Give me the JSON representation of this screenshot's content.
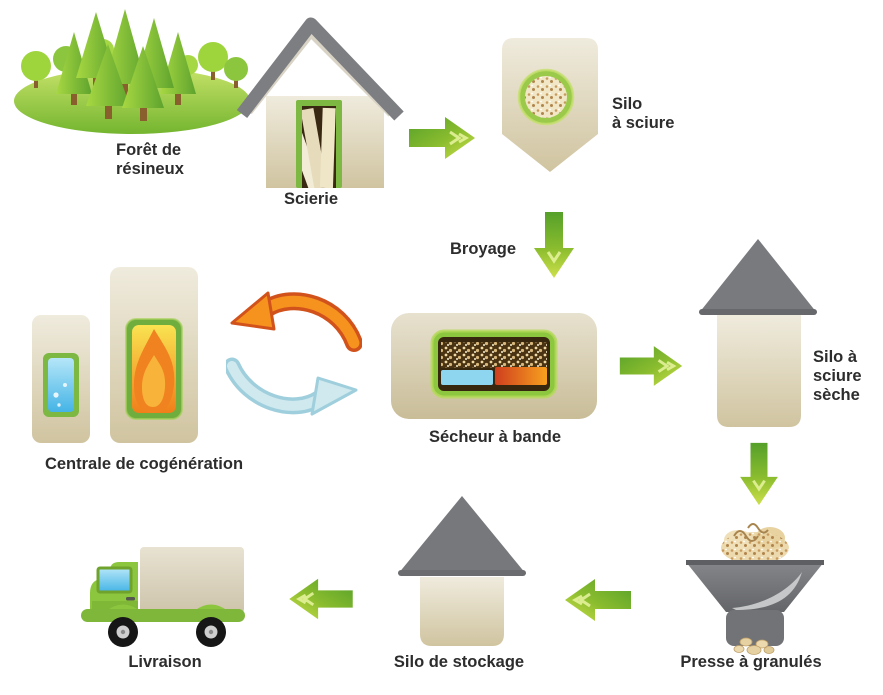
{
  "diagram": {
    "name": "Wood pellet production process flow",
    "labels": {
      "forest_l1": "Forêt de",
      "forest_l2": "résineux",
      "sawmill": "Scierie",
      "sawdust_silo_l1": "Silo",
      "sawdust_silo_l2": "à sciure",
      "grinding": "Broyage",
      "dryer": "Sécheur à bande",
      "cogeneration": "Centrale de cogénération",
      "dry_silo_l1": "Silo à",
      "dry_silo_l2": "sciure",
      "dry_silo_l3": "sèche",
      "pellet_press": "Presse à granulés",
      "storage_silo": "Silo de stockage",
      "delivery": "Livraison"
    },
    "colors": {
      "flow_arrow_green_dark": "#55a02a",
      "flow_arrow_green_bright": "#cde04a",
      "building_tan": "#d0c4a0",
      "building_tan_light": "#efebdd",
      "roof_grey": "#7b7c80",
      "frame_green": "#7cb842",
      "heat_arrow_orange": "#f6921e",
      "heat_arrow_outline": "#d2521c",
      "steam_arrow_blue": "#cfe9ef",
      "fire_yellow": "#f9e351",
      "fire_orange": "#f07f1a",
      "water_blue": "#45b4e6",
      "sawdust_beige": "#ecd9a8",
      "label_text": "#2d2d2d",
      "background": "#ffffff"
    }
  }
}
